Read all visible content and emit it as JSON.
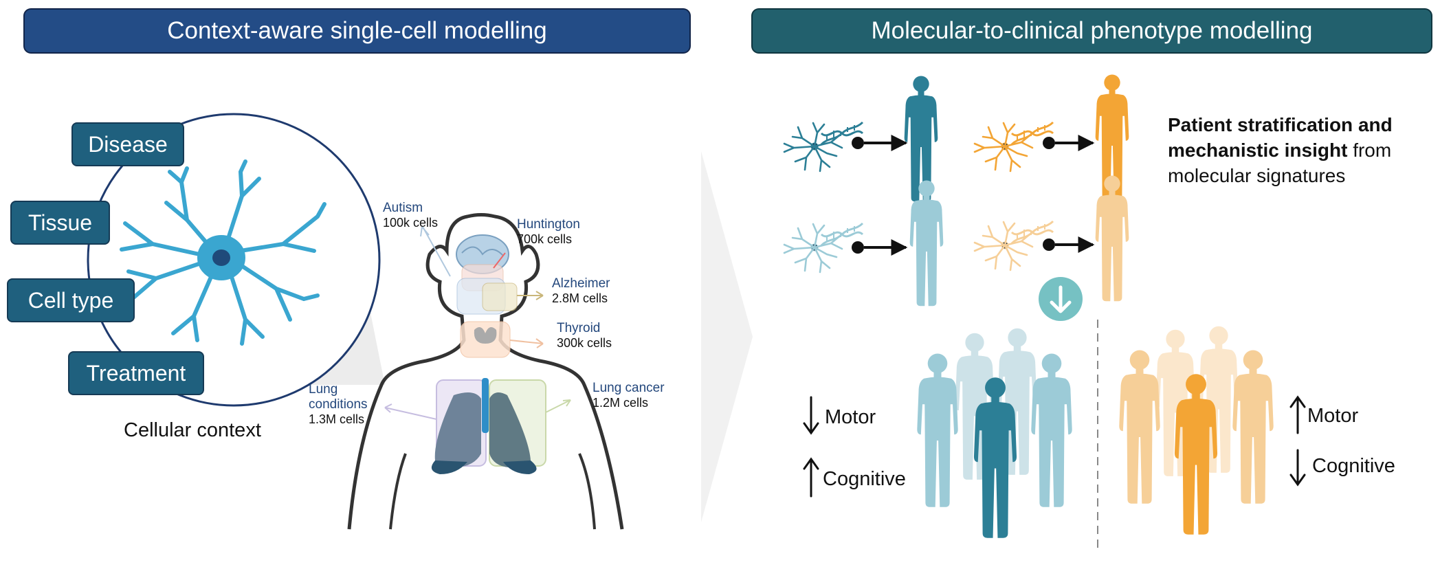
{
  "headers": {
    "left": "Context-aware single-cell modelling",
    "right": "Molecular-to-clinical phenotype modelling"
  },
  "context": {
    "labels": [
      "Disease",
      "Tissue",
      "Cell type",
      "Treatment"
    ],
    "caption": "Cellular context"
  },
  "organs": [
    {
      "name": "Autism",
      "cells": "100k cells"
    },
    {
      "name": "Huntington",
      "cells": "700k cells"
    },
    {
      "name": "Alzheimer",
      "cells": "2.8M cells"
    },
    {
      "name": "Thyroid",
      "cells": "300k cells"
    },
    {
      "name": "Lung",
      "name2": "conditions",
      "cells": "1.3M cells"
    },
    {
      "name": "Lung cancer",
      "cells": "1.2M cells"
    }
  ],
  "stratification": {
    "bold": "Patient stratification and",
    "bold2": "mechanistic insight",
    "rest": "from",
    "line3": "molecular signatures"
  },
  "phenotypes": {
    "left": {
      "motor": "Motor",
      "cognitive": "Cognitive",
      "motor_dir": "down",
      "cognitive_dir": "up"
    },
    "right": {
      "motor": "Motor",
      "cognitive": "Cognitive",
      "motor_dir": "up",
      "cognitive_dir": "down"
    }
  },
  "colors": {
    "left_header": "#234c86",
    "right_header": "#22606d",
    "context_box": "#1f607e",
    "neuron_blue": "#3aa6d0",
    "teal": "#2c7f96",
    "teal_light": "#9ccbd7",
    "orange": "#f3a535",
    "orange_light": "#f6cf98",
    "arrow_circle": "#76c1c3"
  },
  "icons": [
    "neuron-icon",
    "dna-icon",
    "person-icon",
    "down-arrow-icon",
    "human-torso-icon"
  ]
}
